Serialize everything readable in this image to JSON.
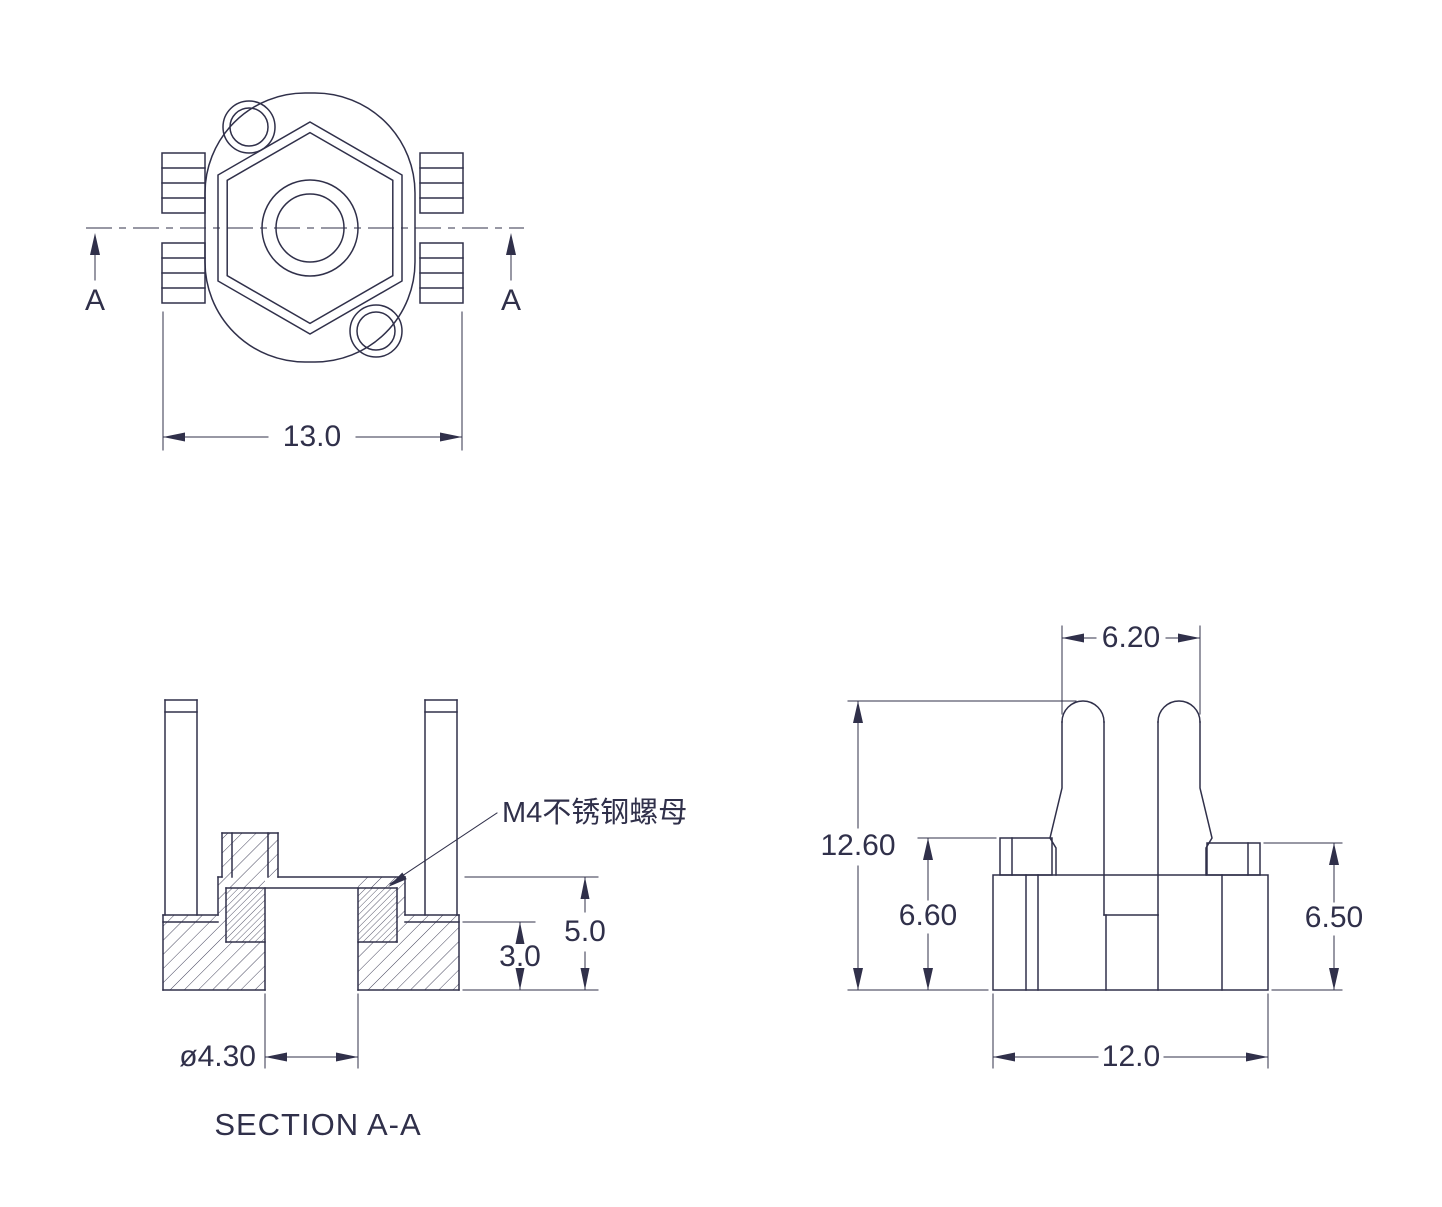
{
  "page": {
    "background": "#ffffff",
    "line_color": "#30304a",
    "text_color": "#30304a"
  },
  "top_view": {
    "section_arrow_left_label": "A",
    "section_arrow_right_label": "A",
    "dim_overall_width": "13.0"
  },
  "section_view": {
    "title": "SECTION A-A",
    "nut_callout": "M4不锈钢螺母",
    "dim_pocket_height": "5.0",
    "dim_base_height": "3.0",
    "dim_hole_diameter": "ø4.30"
  },
  "side_view": {
    "dim_clip_width": "6.20",
    "dim_overall_height": "12.60",
    "dim_shoulder_height_left": "6.60",
    "dim_shoulder_height_right": "6.50",
    "dim_base_width": "12.0"
  }
}
